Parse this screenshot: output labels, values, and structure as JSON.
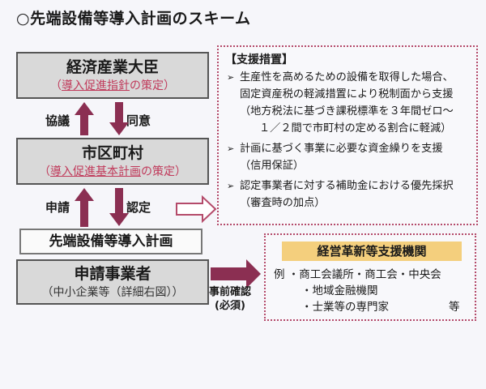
{
  "title": "○先端設備等導入計画のスキーム",
  "ministry": {
    "name": "経済産業大臣",
    "sub_open": "（",
    "sub_red": "導入促進指針",
    "sub_close": "の策定）"
  },
  "between_top": {
    "left": "協議",
    "right": "同意"
  },
  "municipality": {
    "name": "市区町村",
    "sub_open": "（",
    "sub_red": "導入促進基本計画",
    "sub_close": "の策定）"
  },
  "between_bottom": {
    "left": "申請",
    "right": "認定"
  },
  "plan_label": "先端設備等導入計画",
  "applicant": {
    "name": "申請事業者",
    "sub": "（中小企業等（詳細右図））"
  },
  "confirm": {
    "line1": "事前確認",
    "line2": "(必須)"
  },
  "support": {
    "heading": "【支援措置】",
    "items": [
      {
        "lines": [
          "生産性を高めるための設備を取得した場合、",
          "固定資産税の軽減措置により税制面から支援",
          "（地方税法に基づき課税標準を３年間ゼロ～",
          "１／２間で市町村の定める割合に軽減）"
        ]
      },
      {
        "lines": [
          "計画に基づく事業に必要な資金繰りを支援",
          "（信用保証）"
        ]
      },
      {
        "lines": [
          "認定事業者に対する補助金における優先採択",
          "（審査時の加点）"
        ]
      }
    ]
  },
  "org": {
    "heading": "経営革新等支援機関",
    "line1": "例 ・商工会議所・商工会・中央会",
    "line2": "・地域金融機関",
    "line3": "・士業等の専門家",
    "line3_suffix": "等"
  },
  "colors": {
    "arrow": "#8b2f52",
    "highlight": "#c0395a",
    "org_header": "#f4cf7d"
  },
  "icons": {
    "bullet": "arrow-bullet-icon"
  }
}
